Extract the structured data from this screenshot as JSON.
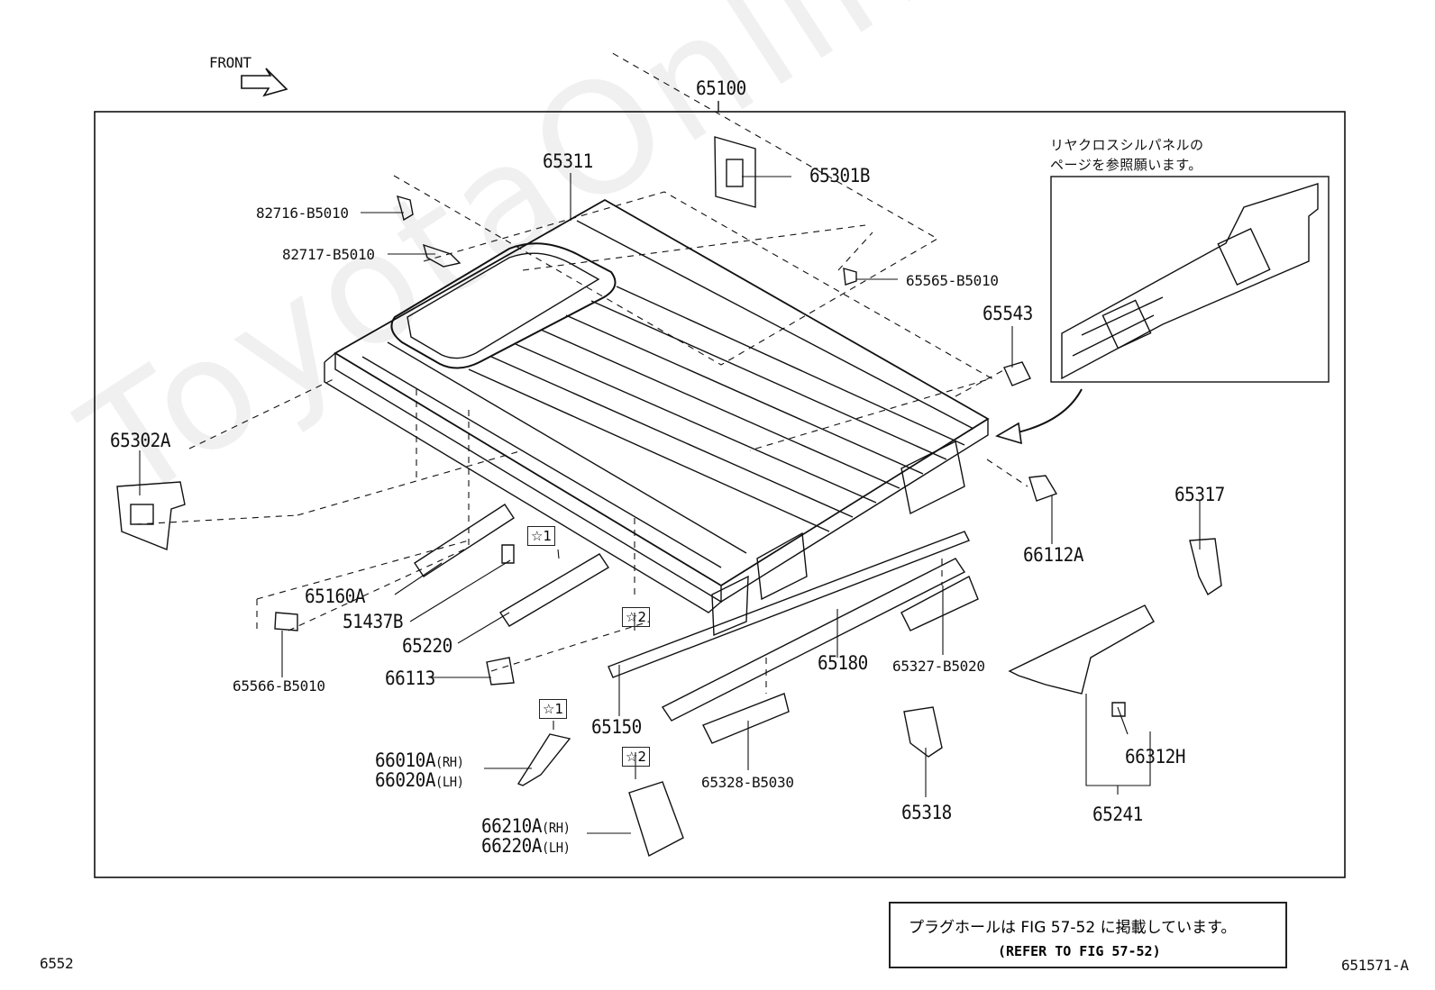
{
  "diagram": {
    "front_label": "FRONT",
    "main_part": "65100",
    "watermark": "ToyotaOnline.ru",
    "inset_note_line1": "リヤクロスシルパネルの",
    "inset_note_line2": "ページを参照願います。",
    "bottom_note_line1": "プラグホールは FIG 57-52 に掲載しています。",
    "bottom_note_line2": "(REFER TO FIG 57-52)",
    "page_left": "6552",
    "page_right": "651571-A",
    "star1": "☆1",
    "star2": "☆2",
    "parts": {
      "p65311": "65311",
      "p65301B": "65301B",
      "p82716": "82716-B5010",
      "p82717": "82717-B5010",
      "p65565": "65565-B5010",
      "p65543": "65543",
      "p65302A": "65302A",
      "p65317": "65317",
      "p66112A": "66112A",
      "p65160A": "65160A",
      "p51437B": "51437B",
      "p65220": "65220",
      "p66113": "66113",
      "p65566": "65566-B5010",
      "p65180": "65180",
      "p65327": "65327-B5020",
      "p65150": "65150",
      "p66010A": "66010A",
      "p66020A": "66020A",
      "rh": "(RH)",
      "lh": "(LH)",
      "p65328": "65328-B5030",
      "p65318": "65318",
      "p66312H": "66312H",
      "p65241": "65241",
      "p66210A": "66210A",
      "p66220A": "66220A"
    }
  }
}
